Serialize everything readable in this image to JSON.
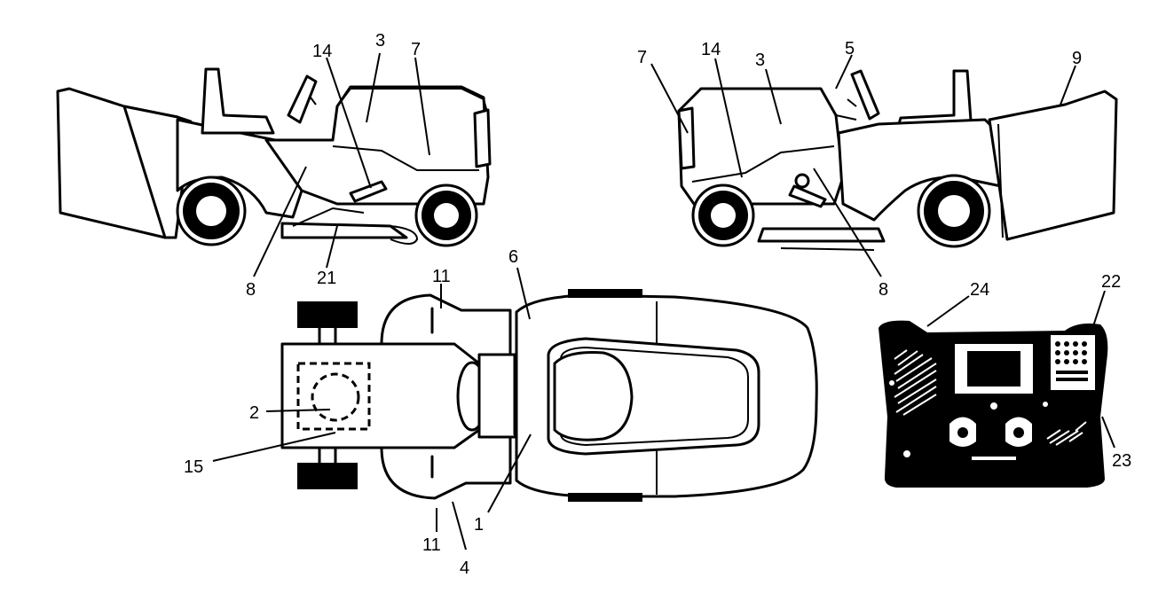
{
  "callouts": {
    "left_side": {
      "c14": "14",
      "c3": "3",
      "c7": "7",
      "c8": "8",
      "c21": "21"
    },
    "right_side": {
      "c7": "7",
      "c14": "14",
      "c3": "3",
      "c5": "5",
      "c9": "9",
      "c8": "8"
    },
    "top_view": {
      "c6": "6",
      "c11a": "11",
      "c2": "2",
      "c15": "15",
      "c1": "1",
      "c11b": "11",
      "c4": "4"
    },
    "dash_panel": {
      "c24": "24",
      "c22": "22",
      "c23": "23"
    }
  }
}
